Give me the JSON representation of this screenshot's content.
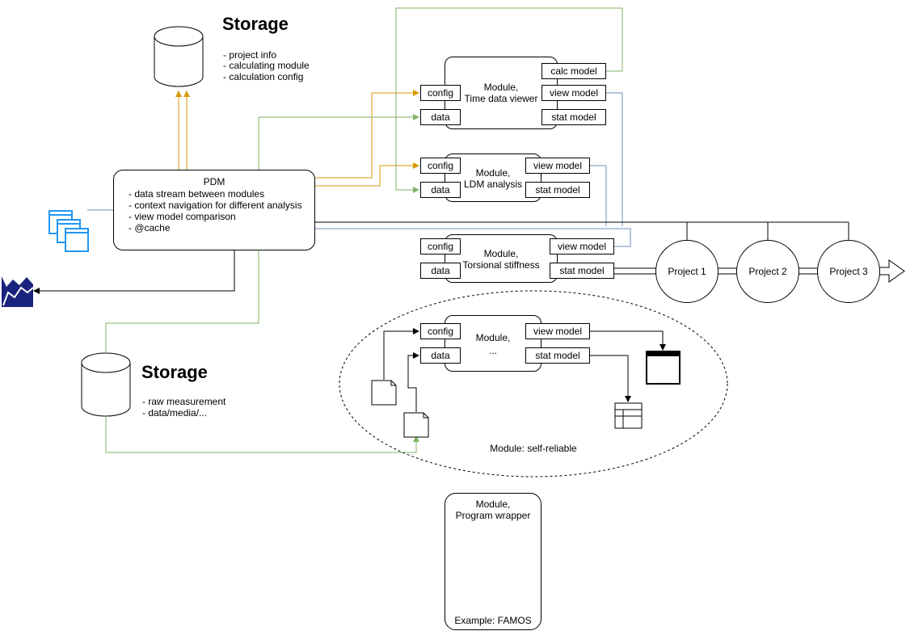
{
  "storage_top": {
    "title": "Storage",
    "items": [
      "- project info",
      "- calculating module",
      "- calculation config"
    ]
  },
  "storage_bottom": {
    "title": "Storage",
    "items": [
      "- raw measurement",
      "- data/media/..."
    ]
  },
  "pdm": {
    "title": "PDM",
    "items": [
      "- data stream between modules",
      "- context navigation for different analysis",
      "- view model comparison",
      "- @cache"
    ]
  },
  "modules": {
    "time_data": {
      "title": [
        "Module,",
        "Time data viewer"
      ],
      "config": "config",
      "data": "data",
      "calc_model": "calc model",
      "view_model": "view model",
      "stat_model": "stat model"
    },
    "ldm": {
      "title": [
        "Module,",
        "LDM analysis"
      ],
      "config": "config",
      "data": "data",
      "view_model": "view model",
      "stat_model": "stat model"
    },
    "torsional": {
      "title": [
        "Module,",
        "Torsional stiffness"
      ],
      "config": "config",
      "data": "data",
      "view_model": "view model",
      "stat_model": "stat model"
    },
    "generic": {
      "title": [
        "Module,",
        "..."
      ],
      "config": "config",
      "data": "data",
      "view_model": "view model",
      "stat_model": "stat model"
    },
    "self_reliable_label": "Module: self-reliable",
    "wrapper": {
      "title": [
        "Module,",
        "Program wrapper"
      ],
      "example": "Example: FAMOS"
    }
  },
  "projects": [
    "Project 1",
    "Project 2",
    "Project 3"
  ],
  "colors": {
    "gold": "#d79b00",
    "green": "#82b366",
    "blue": "#6c8ebf",
    "navy": "#1a237e",
    "window_blue": "#2196f3"
  },
  "icons": {
    "windows": "windows-stack-icon",
    "chart": "area-chart-icon",
    "browser": "browser-window-icon",
    "table": "table-icon",
    "document": "document-icon",
    "cube": "gears-cube-icon"
  }
}
